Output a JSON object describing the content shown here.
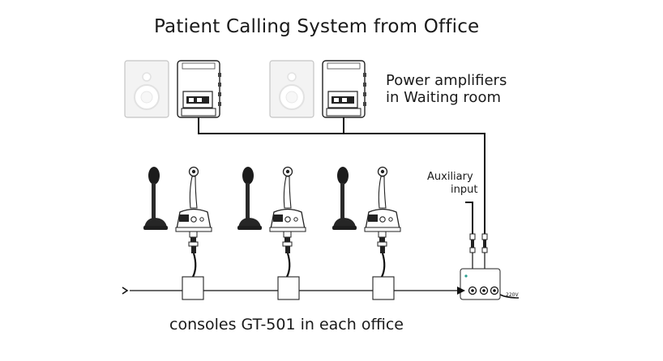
{
  "title": "Patient Calling System from Office",
  "amplifiers_label": {
    "line1": "Power amplifiers",
    "line2": "in Waiting room"
  },
  "aux_label": {
    "line1": "Auxiliary",
    "line2": "input"
  },
  "consoles_label": "consoles GT-501 in each office",
  "voltage_label": "220V",
  "colors": {
    "line": "#111111",
    "speaker_body": "#f2f2f2",
    "speaker_outline": "#bbbbbb",
    "mic_head": "#1c1c1c",
    "hub_led": "#2a9d8f"
  },
  "icons": [
    "speaker-icon",
    "amplifier-icon",
    "microphone-icon",
    "console-icon",
    "junction-box-icon",
    "hub-icon",
    "connector-icon"
  ]
}
